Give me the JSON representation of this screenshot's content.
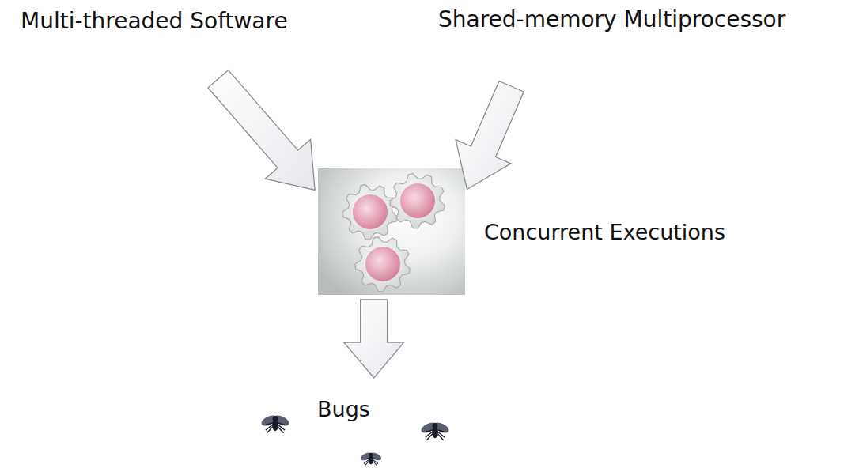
{
  "diagram": {
    "nodes": [
      {
        "text": [
          "Multi-threaded Software"
        ]
      },
      {
        "text": [
          "Shared-memory Multiprocessor"
        ]
      },
      {
        "text": [
          "Concurrent Executions"
        ]
      },
      {
        "text": [
          "Bugs"
        ]
      }
    ],
    "edges": [
      {
        "from": 0,
        "to": 2,
        "arrow": "to"
      },
      {
        "from": 1,
        "to": 2,
        "arrow": "to"
      },
      {
        "from": 2,
        "to": 3,
        "arrow": "to"
      }
    ]
  }
}
